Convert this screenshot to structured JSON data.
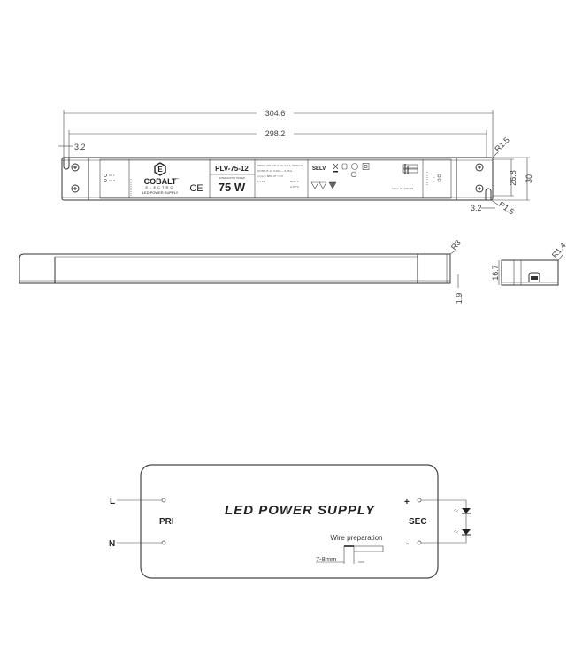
{
  "dimensions": {
    "overall_length": "304.6",
    "mount_length": "298.2",
    "slot_width_left": "3.2",
    "slot_width_right": "3.2",
    "corner_radius_top": "R1.5",
    "corner_radius_bottom": "R1.5",
    "mount_height": "26.8",
    "overall_width": "30",
    "side_radius": "R3",
    "base_thickness": "1.9",
    "height": "16.7",
    "end_radius": "R1.4"
  },
  "label": {
    "brand": "COBALT",
    "brand_sub": "ELECTRO",
    "trademark": "™",
    "product_line": "LED POWER SUPPLY",
    "ce_mark": "CE",
    "model": "PLV-75-12",
    "rated_power_caption": "RATED OUTPUT POWER",
    "rated_power": "75 W",
    "spec_input": "INPUT: 200-240 V AC, 0.6 A, 50/60 Hz",
    "spec_output": "OUTPUT: 12 V DC ---- 6.25 A",
    "spec_eff": "η typ. > 88%, Pf > 0.5",
    "spec_lambda": "λ = 0.9",
    "spec_ta": "ta 40°C",
    "spec_tc": "tc 85°C",
    "selv": "SELV",
    "index": "Index: 23-1311-29",
    "input_terminals": [
      "AC L",
      "AC N"
    ],
    "output_terminals": [
      "+",
      "-"
    ]
  },
  "wiring": {
    "title": "LED POWER SUPPLY",
    "input_l": "L",
    "input_n": "N",
    "primary": "PRI",
    "secondary": "SEC",
    "plus": "+",
    "minus": "-",
    "wire_prep": "Wire preparation",
    "strip_length": "7-8mm"
  }
}
